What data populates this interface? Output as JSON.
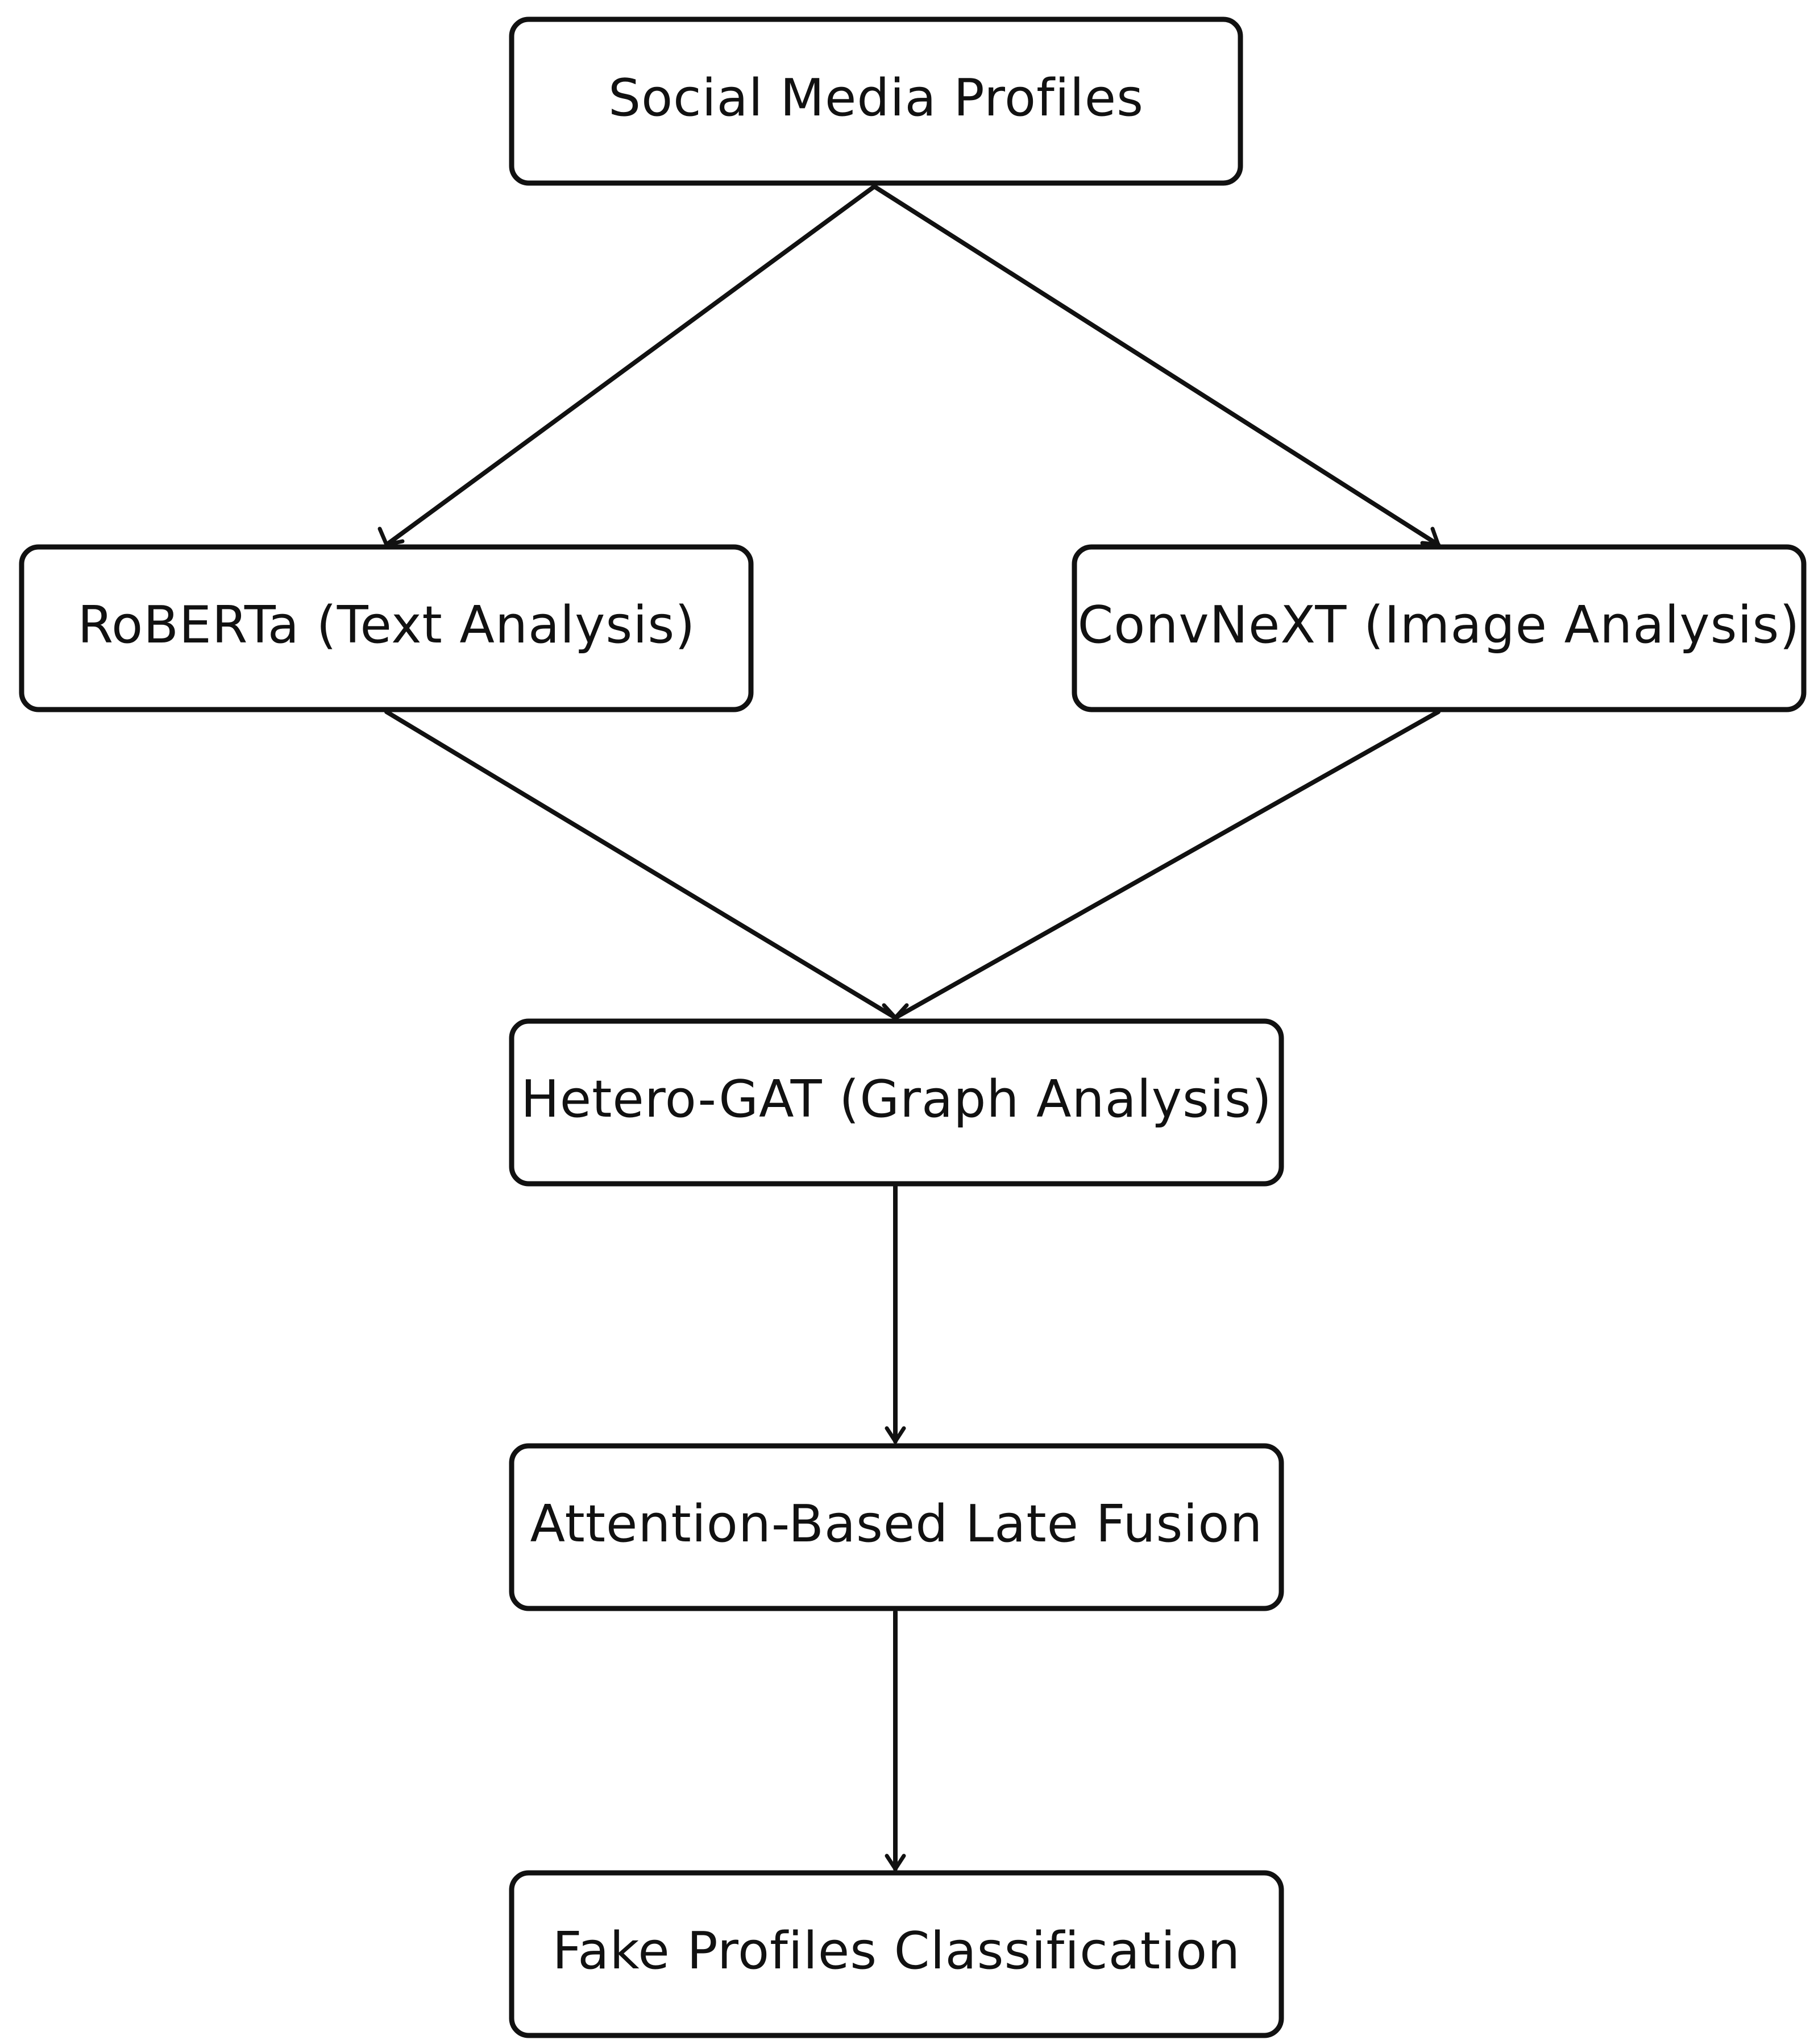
{
  "nodes": {
    "social_media_profiles": "Social Media Profiles",
    "roberta": "RoBERTa (Text Analysis)",
    "convnext": "ConvNeXT (Image Analysis)",
    "hetero_gat": "Hetero-GAT (Graph Analysis)",
    "fusion": "Attention-Based Late Fusion",
    "classification": "Fake Profiles Classification"
  },
  "edges": [
    {
      "from": "social_media_profiles",
      "to": "roberta"
    },
    {
      "from": "social_media_profiles",
      "to": "convnext"
    },
    {
      "from": "roberta",
      "to": "hetero_gat"
    },
    {
      "from": "convnext",
      "to": "hetero_gat"
    },
    {
      "from": "hetero_gat",
      "to": "fusion"
    },
    {
      "from": "fusion",
      "to": "classification"
    }
  ],
  "colors": {
    "stroke": "#111111",
    "background": "#ffffff"
  }
}
